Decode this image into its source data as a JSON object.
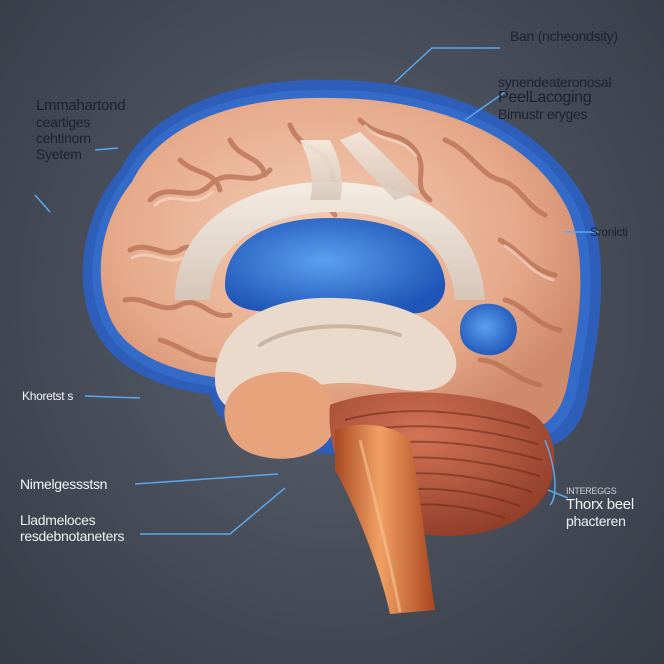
{
  "labels": {
    "top_right": "Ban (ncheondsity)",
    "upper_right": [
      "synendeateronosal",
      "PeelLacoging",
      "Bimustr eryges"
    ],
    "mid_right": "Sronlcti",
    "upper_left": [
      "Lmmahartond",
      "ceartiges",
      "cehtinorn",
      "Syetem"
    ],
    "mid_left": "Khoretst s",
    "lower_left_1": "Nimelgessstsn",
    "lower_left_2": [
      "Lladmeloces",
      "resdebnotaneters"
    ],
    "lower_right": [
      "INTEREGGS",
      "Thorx beel",
      "phacteren"
    ]
  },
  "colors": {
    "outline": "#2f6fd6",
    "cortex": "#e9b496",
    "white_matter": "#ece1d6",
    "brainstem": "#d9733a",
    "cerebellum": "#b95a3c",
    "pointer": "#4f9fe8"
  }
}
